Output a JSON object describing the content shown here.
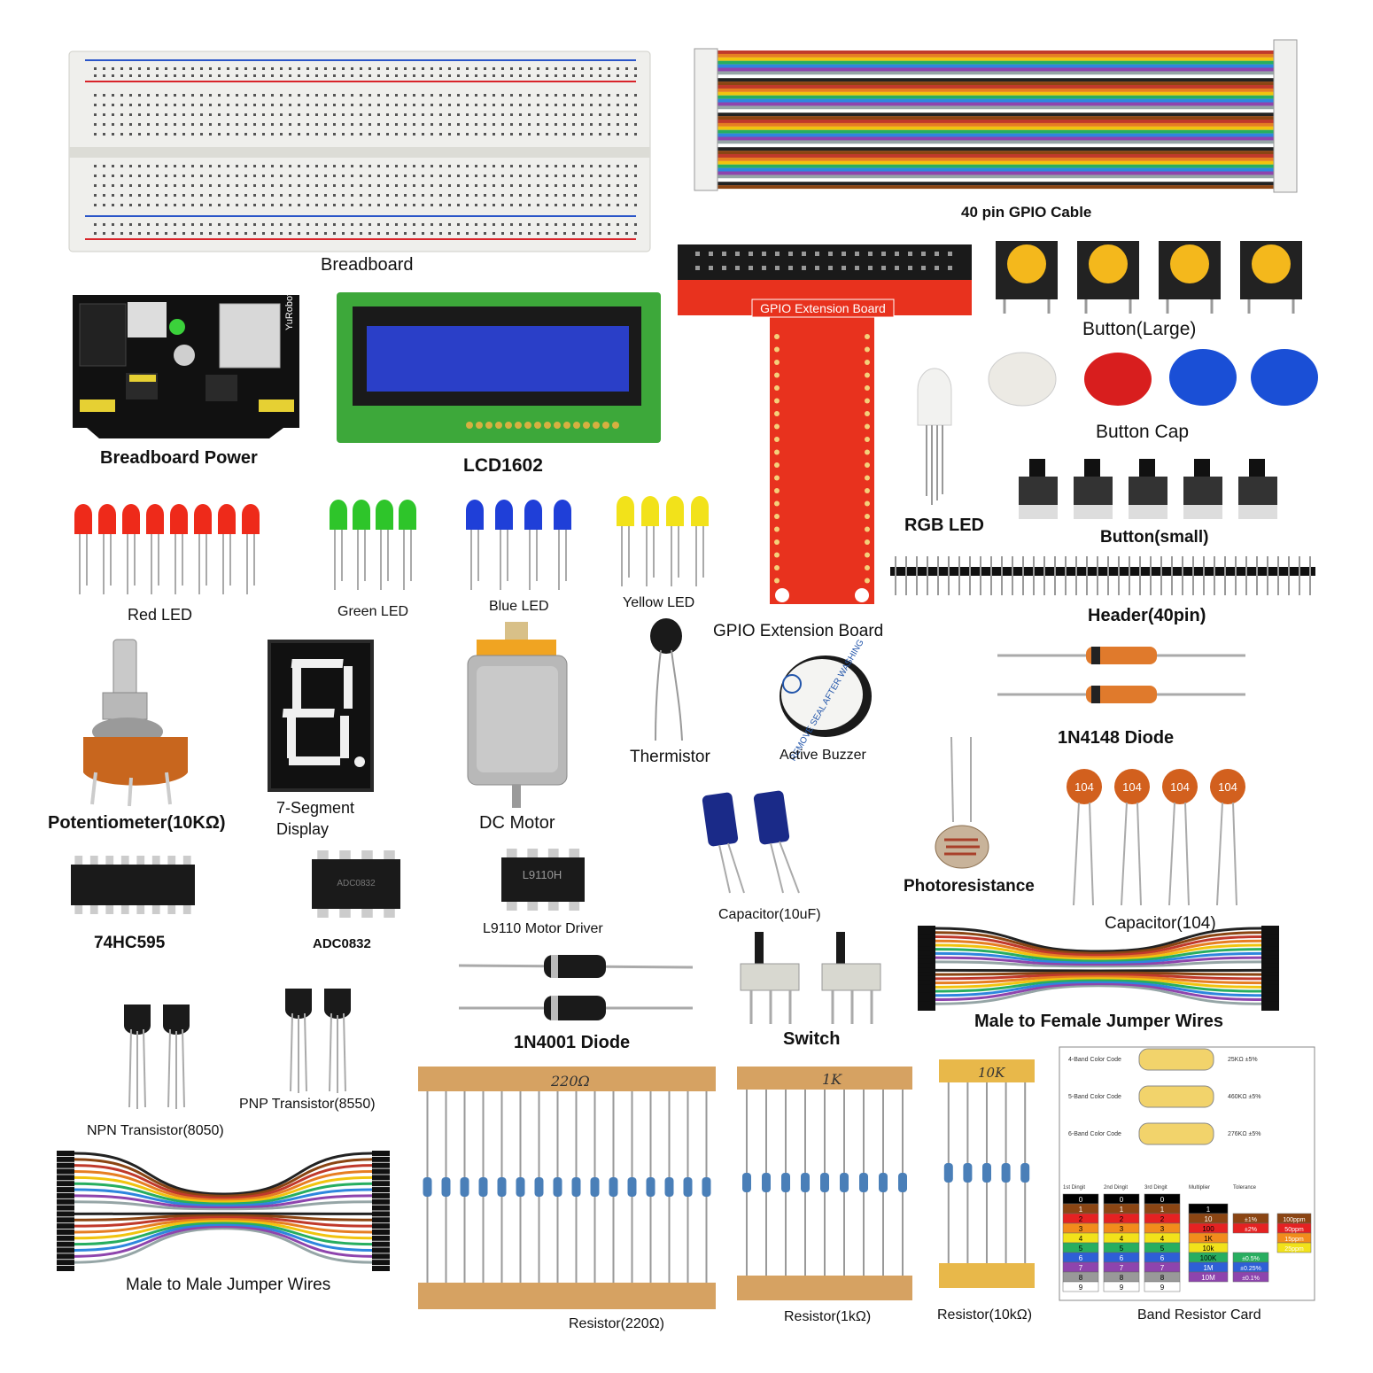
{
  "labels": {
    "breadboard": "Breadboard",
    "gpio_cable": "40 pin GPIO Cable",
    "breadboard_power": "Breadboard Power",
    "lcd": "LCD1602",
    "gpio_board_print": "GPIO Extension Board",
    "gpio_board": "GPIO Extension Board",
    "button_large": "Button(Large)",
    "button_cap": "Button Cap",
    "button_small": "Button(small)",
    "rgb_led": "RGB LED",
    "header": "Header(40pin)",
    "red_led": "Red LED",
    "green_led": "Green LED",
    "blue_led": "Blue LED",
    "yellow_led": "Yellow LED",
    "potentiometer": "Potentiometer(10KΩ)",
    "seven_segment_1": "7-Segment",
    "seven_segment_2": "Display",
    "dc_motor": "DC Motor",
    "thermistor": "Thermistor",
    "active_buzzer": "Active Buzzer",
    "diode_1n4148": "1N4148 Diode",
    "photoresistance": "Photoresistance",
    "capacitor_10uf": "Capacitor(10uF)",
    "capacitor_104": "Capacitor(104)",
    "ic_74hc595": "74HC595",
    "ic_adc0832": "ADC0832",
    "ic_l9110": "L9110 Motor Driver",
    "diode_1n4001": "1N4001 Diode",
    "switch": "Switch",
    "mf_jumper": "Male to Female Jumper Wires",
    "npn": "NPN Transistor(8050)",
    "pnp": "PNP Transistor(8550)",
    "mm_jumper": "Male to Male Jumper Wires",
    "res_220": "Resistor(220Ω)",
    "res_1k": "Resistor(1kΩ)",
    "res_10k": "Resistor(10kΩ)",
    "band_card": "Band Resistor Card"
  },
  "markings": {
    "buzzer_sticker": "REMOVE SEAL AFTER WASHING",
    "cap_104": "104",
    "tape_220": "220Ω",
    "tape_1k": "1K",
    "tape_10k": "10K",
    "l9110_chip": "L9110H",
    "adc_chip": "ADC0832",
    "power_board_brand": "YuRobot"
  },
  "band_card": {
    "rows": [
      "4-Band Color Code",
      "5-Band Color Code",
      "6-Band Color Code"
    ],
    "values": [
      "25KΩ ±5%",
      "460KΩ ±5%",
      "276KΩ ±5%"
    ],
    "columns": [
      "1st Dingit",
      "2nd Dingit",
      "3rd Dingit",
      "Multiplier",
      "Tolerance"
    ],
    "multipliers": [
      "1",
      "10",
      "100",
      "1K",
      "10k",
      "100K",
      "1M",
      "10M"
    ],
    "tolerances": [
      "±1%",
      "±2%",
      "±0.5%",
      "±0.25%",
      "±0.1%"
    ],
    "temp_coeff": [
      "100ppm",
      "50ppm",
      "15ppm",
      "25ppm"
    ]
  },
  "colors": {
    "board_red": "#e8321e",
    "led_red": "#ee2a1a",
    "led_green": "#2ec52a",
    "led_blue": "#1f3fd8",
    "led_yellow": "#f2e21a",
    "lcd_blue": "#2a3fc8",
    "pcb_green": "#3da83a",
    "cap_orange": "#d2601e",
    "button_yellow": "#f4b81c",
    "cap_red": "#d81e1e",
    "cap_blue": "#1a4fd6"
  }
}
